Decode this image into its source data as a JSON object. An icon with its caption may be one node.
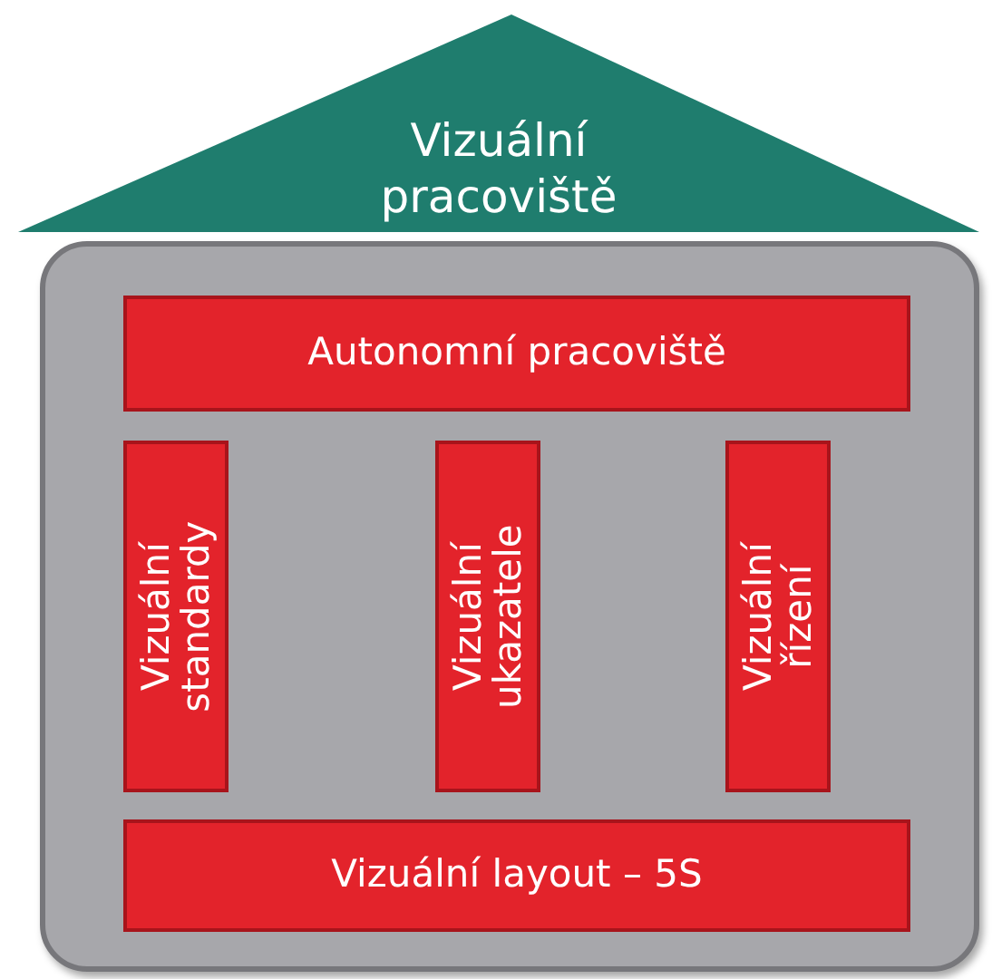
{
  "diagram": {
    "nodes": [
      {
        "text": [
          "Vizuální pracoviště"
        ]
      },
      {
        "text": [],
        "shape": "box"
      },
      {
        "text": [
          "Autonomní pracoviště"
        ],
        "in": 1
      },
      {
        "text": [
          "Vizuální standardy"
        ],
        "in": 1
      },
      {
        "text": [
          "Vizuální ukazatele"
        ],
        "in": 1
      },
      {
        "text": [
          "Vizuální řízení"
        ],
        "in": 1
      },
      {
        "text": [
          "Vizuální layout – 5S"
        ],
        "in": 1
      }
    ]
  }
}
